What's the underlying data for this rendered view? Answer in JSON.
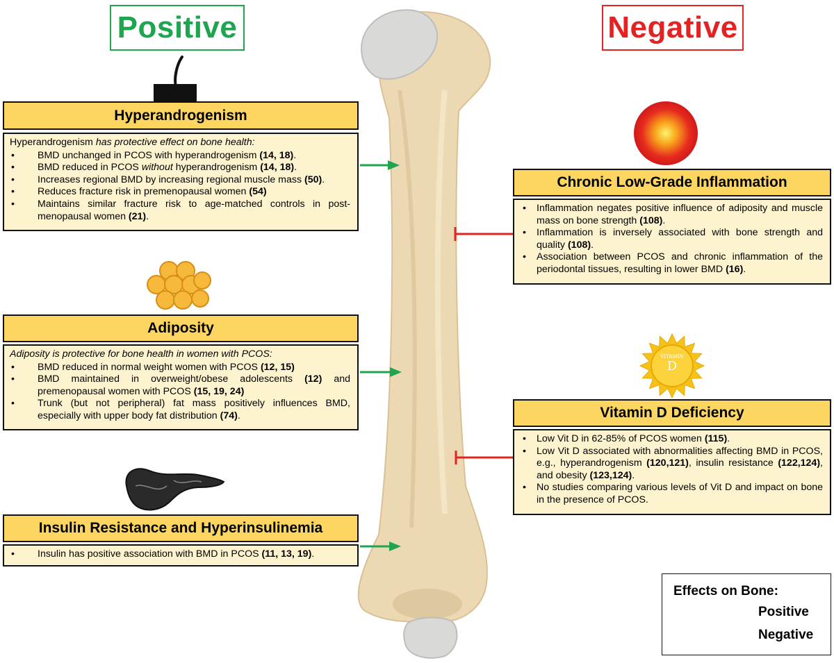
{
  "headings": {
    "positive": "Positive",
    "negative": "Negative"
  },
  "colors": {
    "positive": "#1fa54f",
    "negative": "#e42222",
    "title_fill": "#fcd660",
    "body_fill": "#fdf3cf",
    "bone": "#ecd9b4"
  },
  "positive_factors": {
    "hyperandrogenism": {
      "title": "Hyperandrogenism",
      "icon": "hair-follicle-icon",
      "intro_a": "Hyperandrogenism ",
      "intro_b": "has protective effect on bone health:",
      "items": [
        [
          "BMD unchanged in PCOS with hyperandrogenism ",
          "(14, 18)",
          "."
        ],
        [
          "BMD reduced in PCOS ",
          "without",
          " hyperandrogenism ",
          "(14, 18)",
          "."
        ],
        [
          "Increases regional BMD by increasing regional muscle mass ",
          "(50)",
          "."
        ],
        [
          "Reduces fracture risk in premenopausal women ",
          "(54)"
        ],
        [
          "Maintains similar fracture risk to age-matched controls in post-menopausal women ",
          "(21)",
          "."
        ]
      ]
    },
    "adiposity": {
      "title": "Adiposity",
      "icon": "fat-cells-icon",
      "intro": "Adiposity is protective for bone health in women with PCOS:",
      "items": [
        [
          "BMD reduced in normal weight women with PCOS ",
          "(12, 15)"
        ],
        [
          "BMD maintained in overweight/obese adolescents ",
          "(12)",
          " and premenopausal women with PCOS ",
          "(15, 19, 24)"
        ],
        [
          "Trunk (but not peripheral) fat mass positively influences BMD, especially with upper body fat distribution ",
          "(74)",
          "."
        ]
      ]
    },
    "insulin": {
      "title": "Insulin Resistance and Hyperinsulinemia",
      "icon": "pancreas-icon",
      "items": [
        [
          "Insulin has positive association with BMD in PCOS ",
          "(11, 13, 19)",
          "."
        ]
      ]
    }
  },
  "negative_factors": {
    "inflammation": {
      "title": "Chronic Low-Grade Inflammation",
      "icon": "inflammation-icon",
      "items": [
        [
          "Inflammation negates positive influence of adiposity and muscle mass on bone strength ",
          "(108)",
          "."
        ],
        [
          "Inflammation is inversely associated with bone strength and quality ",
          "(108)",
          "."
        ],
        [
          "Association between PCOS and chronic inflammation of the periodontal tissues, resulting in lower BMD ",
          "(16)",
          "."
        ]
      ]
    },
    "vitamin_d": {
      "title": "Vitamin D Deficiency",
      "icon": "sun-icon",
      "sun_text_top": "VITAMIN",
      "sun_text_letter": "D",
      "items": [
        [
          "Low Vit D in 62-85% of PCOS women ",
          "(115)",
          "."
        ],
        [
          "Low Vit D associated with abnormalities affecting BMD in PCOS, e.g., hyperandrogenism ",
          "(120,121)",
          ", insulin resistance ",
          "(122,124)",
          ", and obesity ",
          "(123,124)",
          "."
        ],
        [
          "No studies comparing various levels of Vit D and impact on bone in the presence of PCOS."
        ]
      ]
    }
  },
  "legend": {
    "title": "Effects on Bone:",
    "positive_label": "Positive",
    "negative_label": "Negative"
  }
}
